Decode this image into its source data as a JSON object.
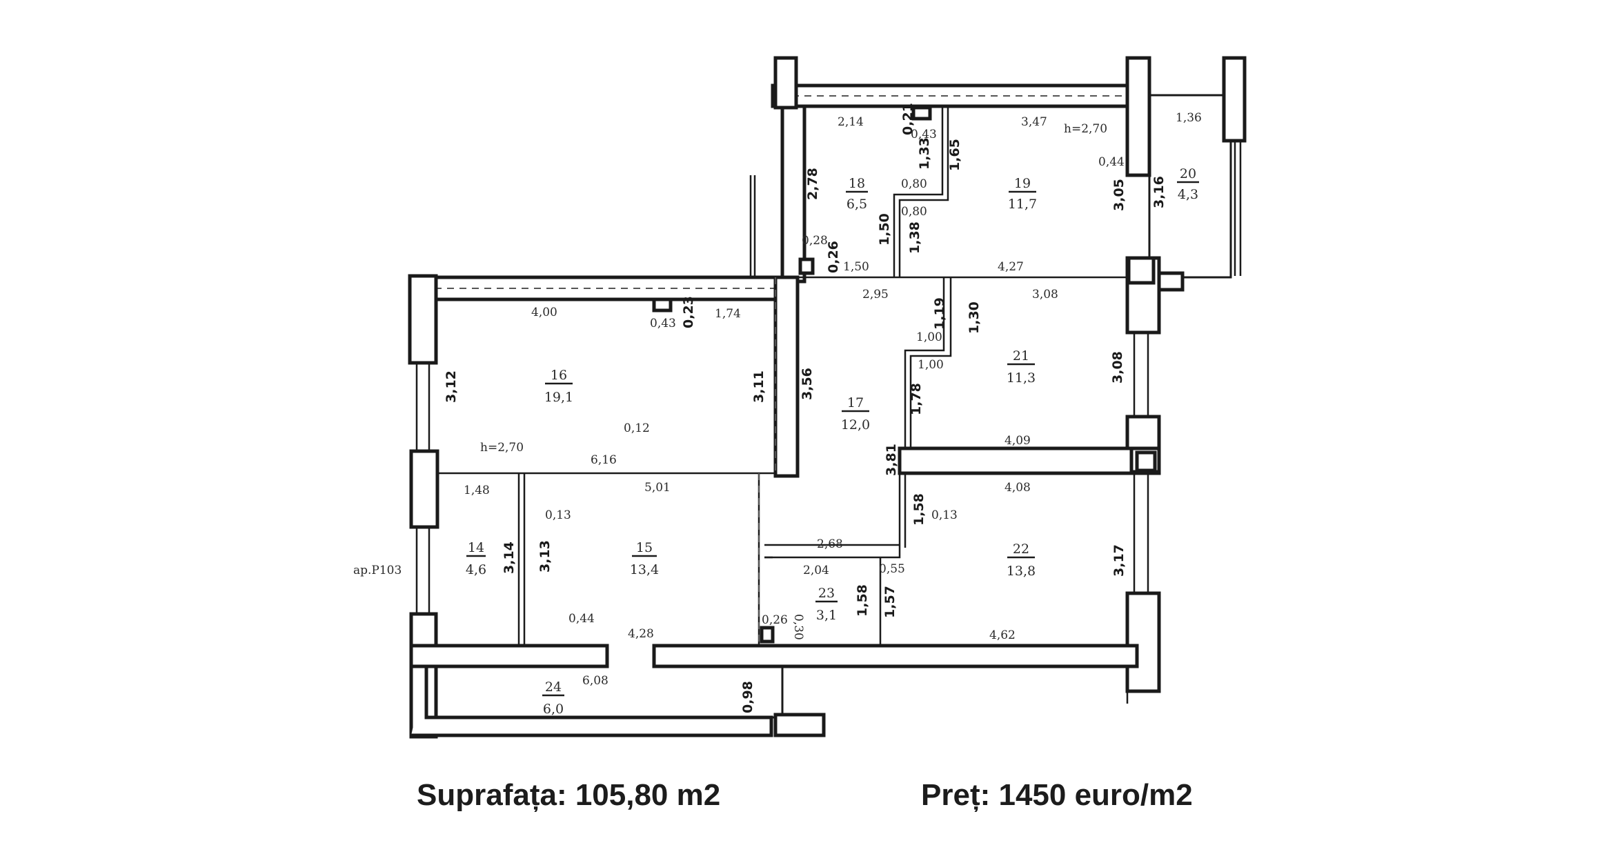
{
  "footer": {
    "area": "Suprafața: 105,80 m2",
    "price": "Preț: 1450 euro/m2"
  },
  "plan": {
    "apartment_label": "ap.P103",
    "rooms": [
      {
        "num": "14",
        "area": "4,6"
      },
      {
        "num": "15",
        "area": "13,4"
      },
      {
        "num": "16",
        "area": "19,1"
      },
      {
        "num": "17",
        "area": "12,0"
      },
      {
        "num": "18",
        "area": "6,5"
      },
      {
        "num": "19",
        "area": "11,7"
      },
      {
        "num": "20",
        "area": "4,3"
      },
      {
        "num": "21",
        "area": "11,3"
      },
      {
        "num": "22",
        "area": "13,8"
      },
      {
        "num": "23",
        "area": "3,1"
      },
      {
        "num": "24",
        "area": "6,0"
      }
    ],
    "dimensions": [
      "2,14",
      "0,21",
      "0,43",
      "3,47",
      "h=2,70",
      "1,36",
      "2,78",
      "1,33",
      "1,65",
      "0,44",
      "3,05",
      "3,16",
      "0,80",
      "0,80",
      "1,50",
      "1,38",
      "0,28",
      "0,26",
      "1,50",
      "4,27",
      "2,95",
      "3,08",
      "4,00",
      "1,74",
      "0,43",
      "0,23",
      "1,19",
      "1,30",
      "1,00",
      "1,00",
      "3,12",
      "3,11",
      "3,56",
      "1,78",
      "3,08",
      "0,12",
      "h=2,70",
      "6,16",
      "5,01",
      "3,81",
      "4,09",
      "4,08",
      "1,48",
      "0,13",
      "1,58",
      "0,13",
      "2,68",
      "3,14",
      "3,13",
      "2,04",
      "0,55",
      "3,17",
      "1,58",
      "1,57",
      "0,44",
      "4,28",
      "0,26",
      "0,30",
      "4,62",
      "6,08",
      "0,98"
    ]
  }
}
